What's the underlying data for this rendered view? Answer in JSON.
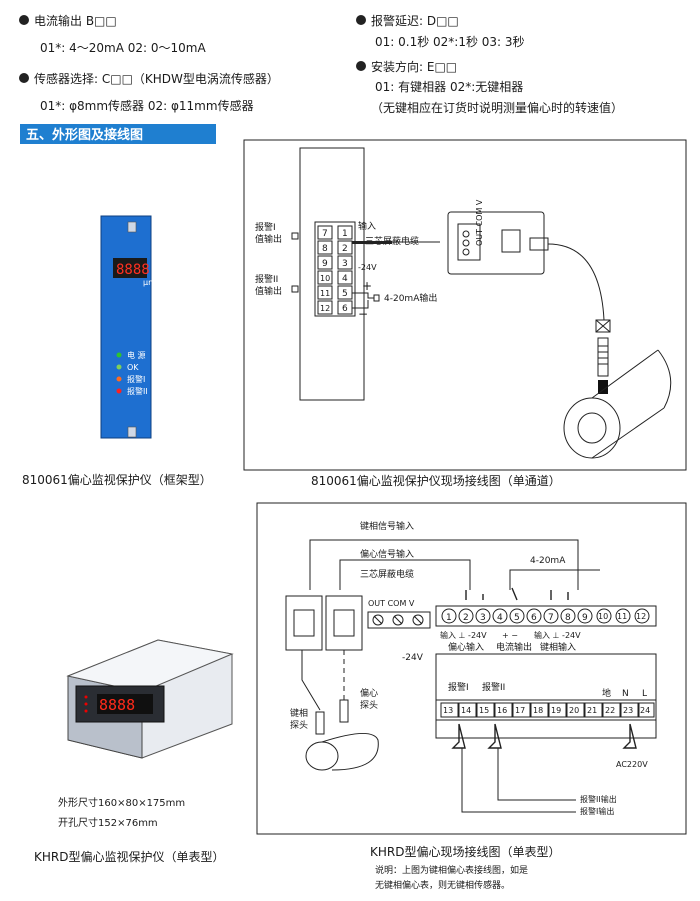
{
  "spec": {
    "current_output": "电流输出  B□□",
    "current_options": "01*:  4～20mA    02:   0～10mA",
    "sensor_select": "传感器选择:  C□□（KHDW型电涡流传感器）",
    "sensor_options": "01*:  φ8mm传感器    02:   φ11mm传感器",
    "alarm_delay": "报警延迟:  D□□",
    "alarm_options": "01:  0.1秒    02*:1秒    03:   3秒",
    "install_dir": "安装方向:  E□□",
    "install_options": "01:   有键相器       02*:无键相器",
    "install_note": "（无键相应在订货时说明测量偏心时的转速值）"
  },
  "section_title": "五、外形图及接线图",
  "rack": {
    "unit_label": "μm",
    "leds": [
      "电 源",
      "OK",
      "报警I",
      "报警II"
    ],
    "caption": "810061偏心监视保护仪（框架型）"
  },
  "diagram1": {
    "left_labels": [
      "报警I",
      "值输出",
      "报警II",
      "值输出"
    ],
    "terminals_left": [
      "7",
      "8",
      "9",
      "10",
      "11",
      "12"
    ],
    "terminals_right": [
      "1",
      "2",
      "3",
      "4",
      "5",
      "6"
    ],
    "input_label": "输入",
    "cable_label": "三芯屏蔽电缆",
    "minus24": "-24V",
    "plus": "+",
    "minus": "−",
    "output_label": "4-20mA输出",
    "probe_terms": "OUT COM V",
    "caption": "810061偏心监视保护仪现场接线图（单通道）"
  },
  "panel": {
    "size1": "外形尺寸160×80×175mm",
    "size2": "开孔尺寸152×76mm",
    "caption": "KHRD型偏心监视保护仪（单表型）"
  },
  "diagram2": {
    "keyphase_input": "键相信号输入",
    "ecc_input": "偏心信号输入",
    "cable_label": "三芯屏蔽电缆",
    "current_label": "4-20mA",
    "probe_block": "OUT COM V",
    "minus24": "-24V",
    "top_terms": [
      "1",
      "2",
      "3",
      "4",
      "5",
      "6",
      "7",
      "8",
      "9",
      "10",
      "11",
      "12"
    ],
    "sub_in1": "输入 ⊥ -24V",
    "sub_pm": "+   −",
    "sub_in2": "输入 ⊥ -24V",
    "group1": "偏心输入",
    "group2": "电流输出",
    "group3": "键相输入",
    "alarm1": "报警I",
    "alarm2": "报警II",
    "ground": "地",
    "n": "N",
    "l": "L",
    "bottom_terms": [
      "13",
      "14",
      "15",
      "16",
      "17",
      "18",
      "19",
      "20",
      "21",
      "22",
      "23",
      "24"
    ],
    "ac": "AC220V",
    "ecc_probe": "偏心",
    "ecc_probe2": "探头",
    "key_probe": "键相",
    "key_probe2": "探头",
    "alarm_out2": "报警II输出",
    "alarm_out1": "报警I输出",
    "caption": "KHRD型偏心现场接线图（单表型）",
    "note1": "说明：上图为键相偏心表接线图，如是",
    "note2": "无键相偏心表，则无键相传感器。"
  },
  "colors": {
    "accent": "#1f7fd0",
    "rack": "#1e6fd0"
  }
}
